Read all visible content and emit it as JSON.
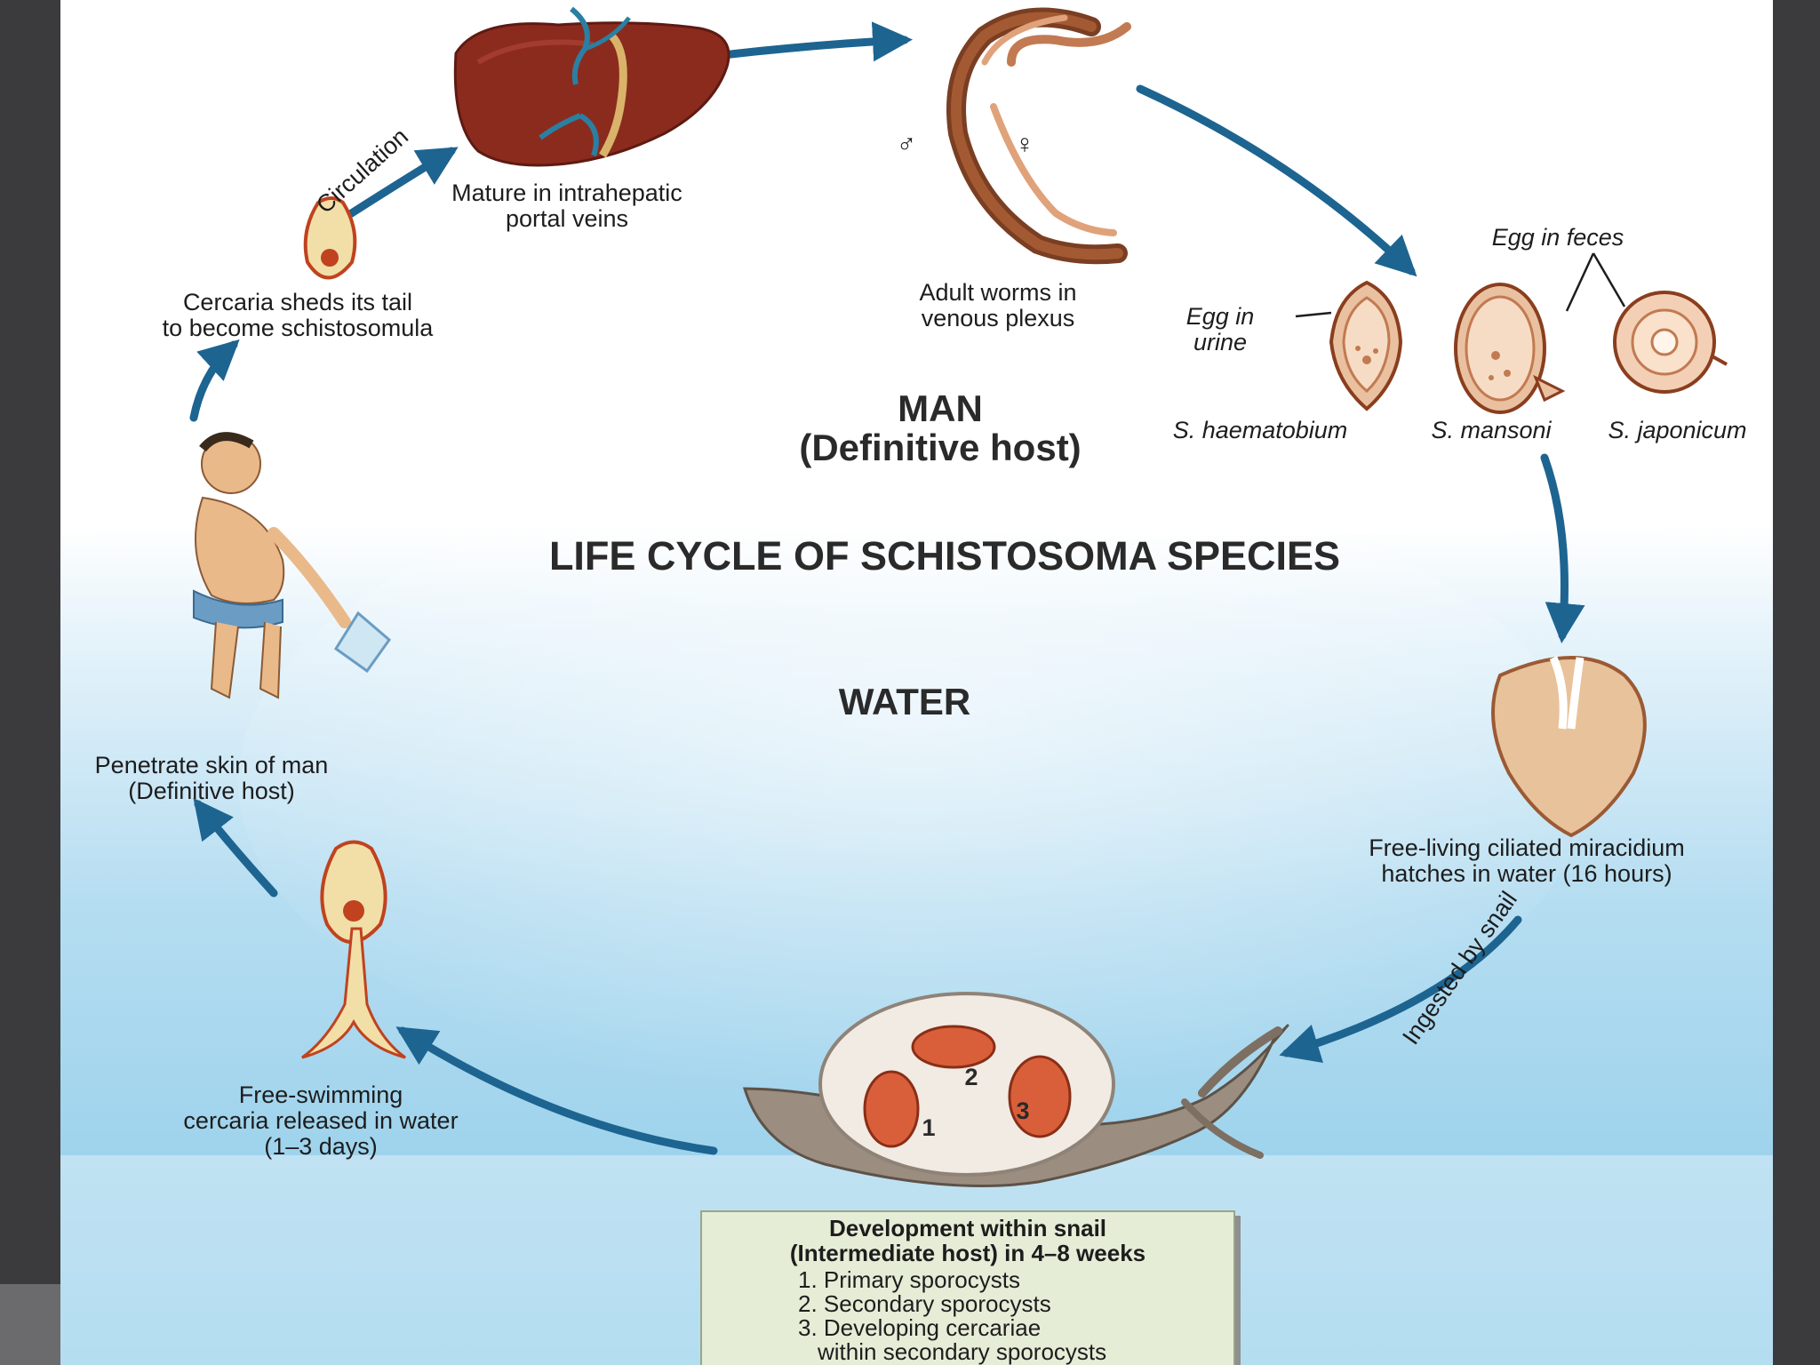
{
  "title": "LIFE CYCLE OF SCHISTOSOMA SPECIES",
  "zones": {
    "man_title": "MAN",
    "man_subtitle": "(Definitive host)",
    "water": "WATER"
  },
  "stages": {
    "liver": "Mature in intrahepatic\nportal veins",
    "circulation": "Circulation",
    "adults": "Adult worms in\nvenous plexus",
    "male_symbol": "♂",
    "female_symbol": "♀",
    "egg_feces": "Egg in feces",
    "egg_urine": "Egg in\nurine",
    "species": [
      "S. haematobium",
      "S. mansoni",
      "S. japonicum"
    ],
    "miracidium": "Free-living ciliated miracidium\nhatches in water (16 hours)",
    "ingested": "Ingested by snail",
    "cercaria_free": "Free-swimming\ncercaria released in water\n(1–3 days)",
    "penetrate": "Penetrate skin of man\n(Definitive host)",
    "schistosomula": "Cercaria sheds its tail\nto become schistosomula",
    "snail_numbers": [
      "1",
      "2",
      "3"
    ]
  },
  "development": {
    "title": "Development within snail\n(Intermediate host) in 4–8 weeks",
    "items": [
      "1. Primary sporocysts",
      "2. Secondary sporocysts",
      "3. Developing cercariae",
      "within secondary sporocysts"
    ]
  },
  "colors": {
    "arrow": "#1d6491",
    "water_light": "#e8f4fb",
    "water": "#8ccbe9",
    "organism": "#c8623a",
    "organism_fill": "#f3d6b5",
    "liver": "#8b2b1e",
    "snail": "#9b8d7f",
    "box": "#e6edd7",
    "frame": "#3b3b3d"
  }
}
